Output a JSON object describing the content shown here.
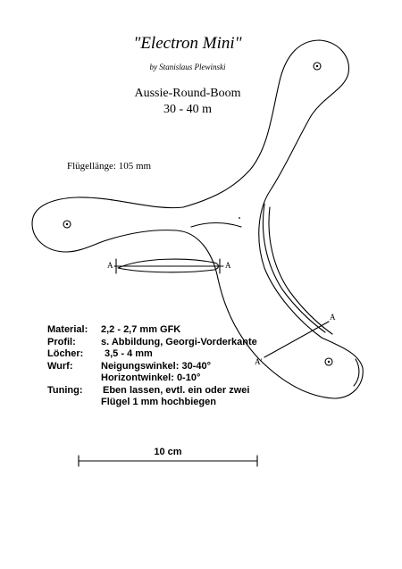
{
  "title": "\"Electron Mini\"",
  "author": "by Stanislaus Plewinski",
  "subtitle_line1": "Aussie-Round-Boom",
  "subtitle_line2": "30 - 40 m",
  "wing_length": "Flügellänge: 105 mm",
  "section_labels": {
    "a_left": "A",
    "a_right": "A",
    "a_upper": "A",
    "a_lower": "A'"
  },
  "specs": [
    {
      "key": "Material:",
      "value": "2,2 - 2,7 mm GFK"
    },
    {
      "key": "Profil:",
      "value": "s. Abbildung, Georgi-Vorderkante"
    },
    {
      "key": "Löcher:",
      "value": "3,5 - 4 mm"
    },
    {
      "key": "Wurf:",
      "value": "Neigungswinkel: 30-40°"
    },
    {
      "key": "",
      "value": "Horizontwinkel: 0-10°"
    },
    {
      "key": "Tuning:",
      "value": "Eben lassen, evtl. ein oder zwei"
    },
    {
      "key": "",
      "value": "Flügel 1 mm hochbiegen"
    }
  ],
  "scale_label": "10 cm",
  "colors": {
    "ink": "#000000",
    "paper": "#ffffff"
  }
}
